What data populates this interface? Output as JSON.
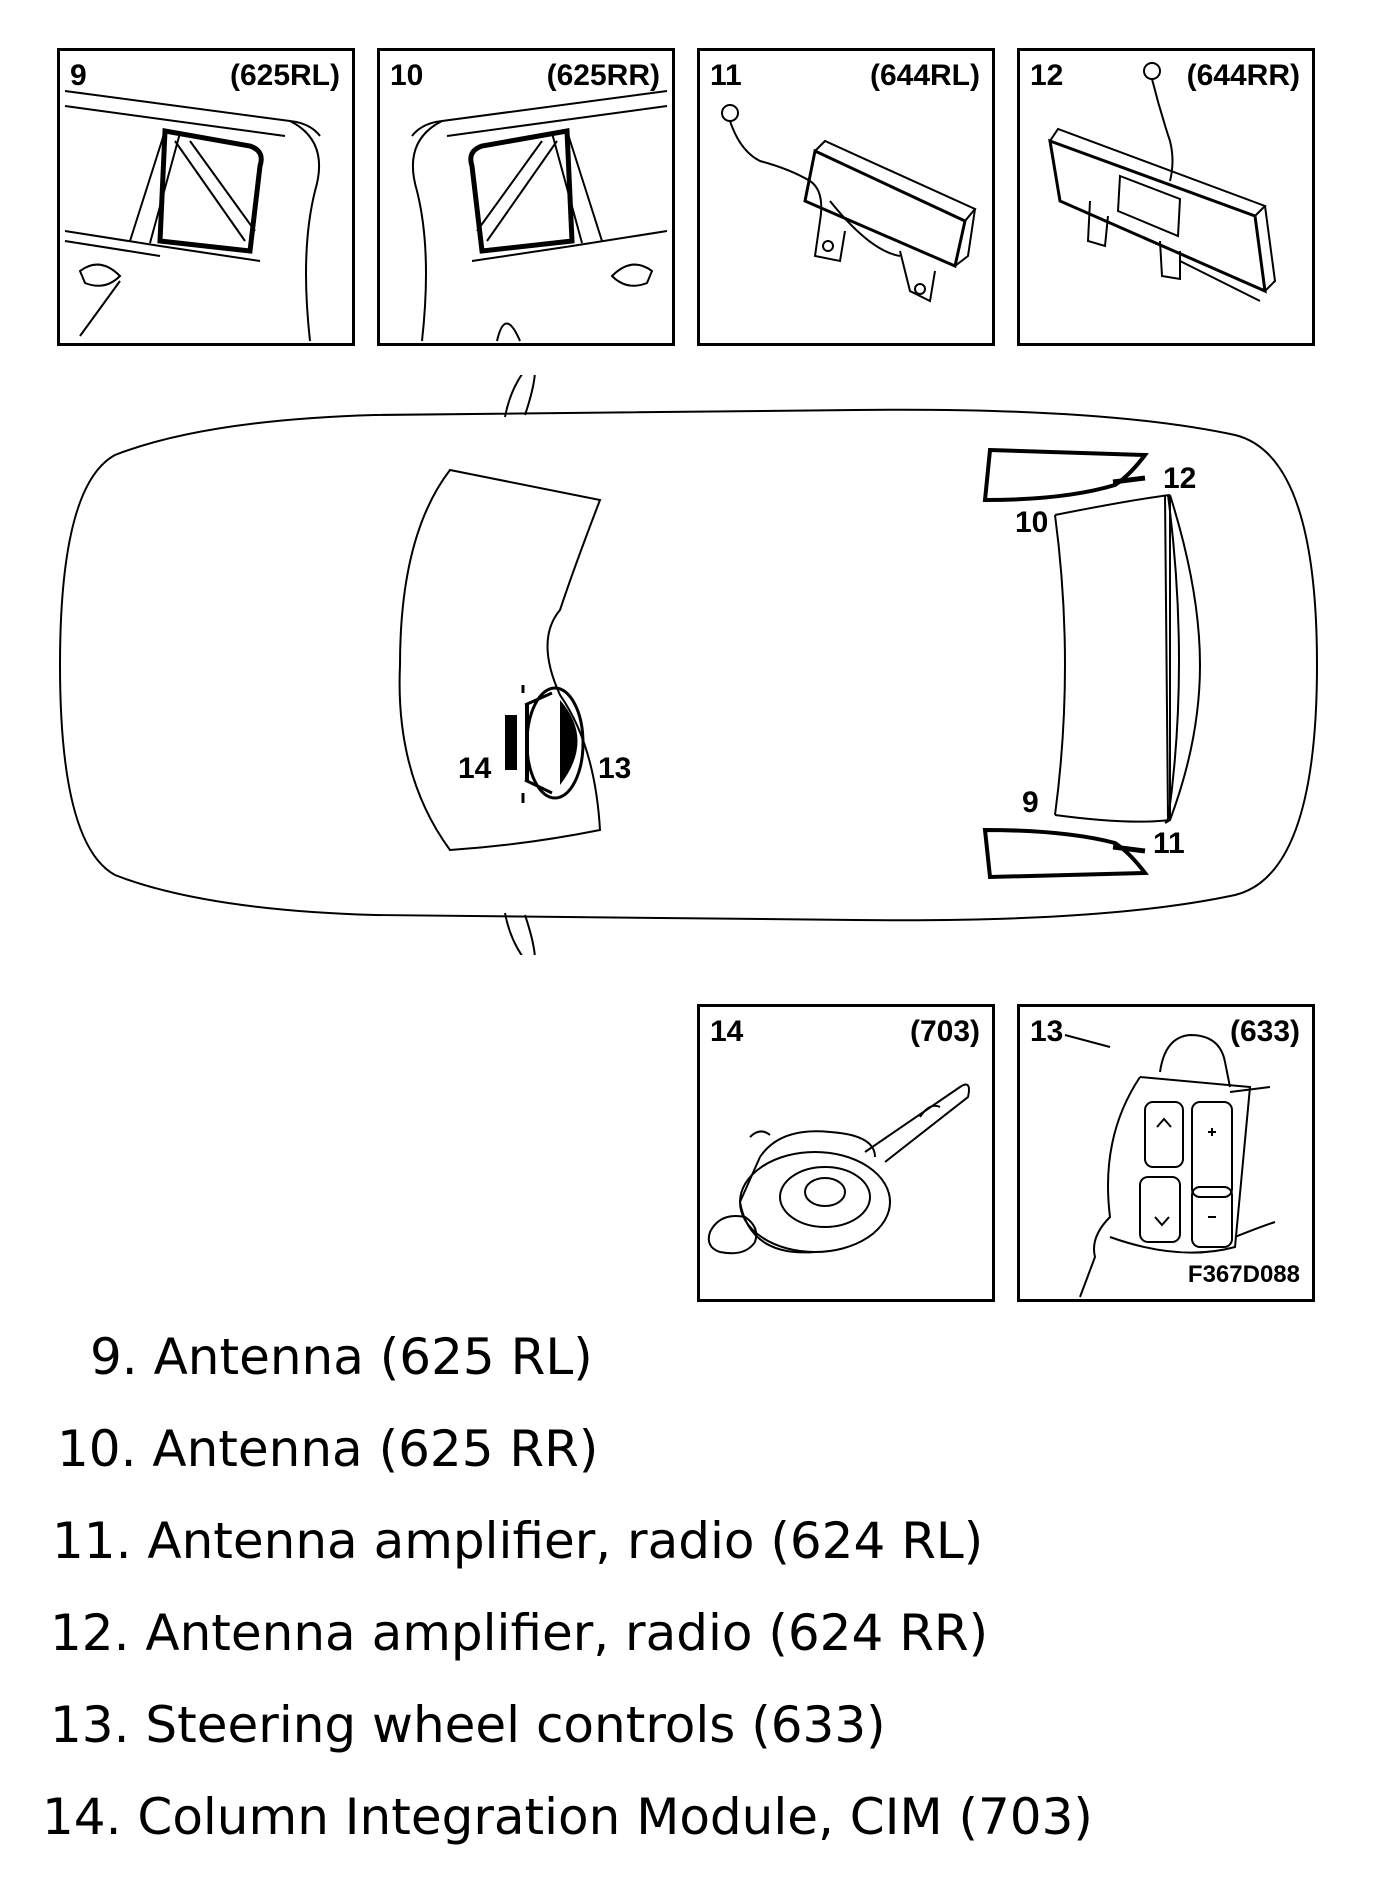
{
  "panels": [
    {
      "id": "p9",
      "number": "9",
      "code": "(625RL)"
    },
    {
      "id": "p10",
      "number": "10",
      "code": "(625RR)"
    },
    {
      "id": "p11",
      "number": "11",
      "code": "(644RL)"
    },
    {
      "id": "p12",
      "number": "12",
      "code": "(644RR)"
    },
    {
      "id": "p14",
      "number": "14",
      "code": "(703)"
    },
    {
      "id": "p13",
      "number": "13",
      "code": "(633)",
      "figure_id": "F367D088"
    }
  ],
  "car_callouts": {
    "c12": "12",
    "c10": "10",
    "c9": "9",
    "c11": "11",
    "c14": "14",
    "c13": "13"
  },
  "legend": [
    "9.  Antenna (625 RL)",
    "10. Antenna (625 RR)",
    "11. Antenna amplifier, radio (624 RL)",
    "12. Antenna amplifier, radio (624 RR)",
    "13. Steering wheel controls (633)",
    "14. Column Integration Module, CIM (703)"
  ]
}
